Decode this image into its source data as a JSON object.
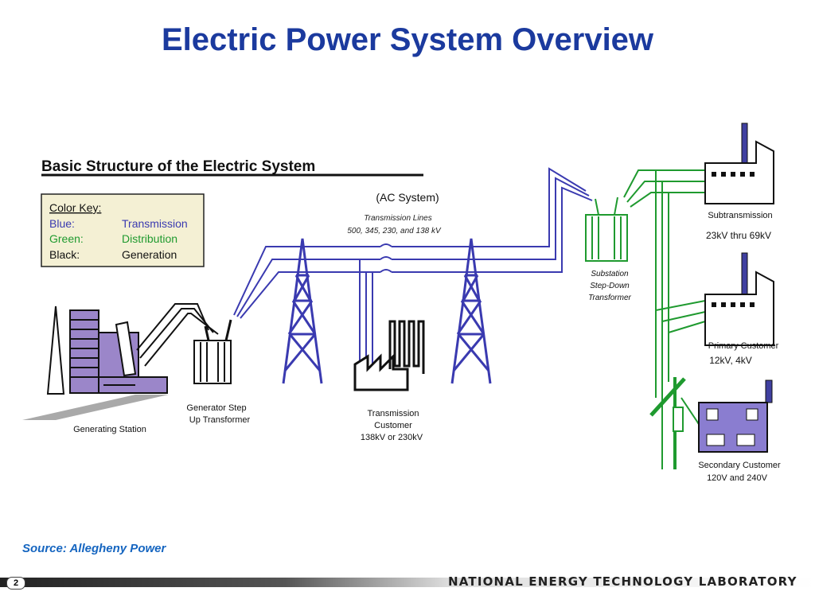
{
  "slide": {
    "title": "Electric Power System Overview",
    "page_number": "2",
    "source": "Source:  Allegheny Power",
    "organization": "NATIONAL ENERGY TECHNOLOGY LABORATORY"
  },
  "diagram": {
    "heading": "Basic Structure of the Electric System",
    "system_label": "(AC System)",
    "color_key": {
      "title": "Color Key:",
      "rows": [
        {
          "color_name": "Blue:",
          "meaning": "Transmission",
          "color": "#3a3ab0"
        },
        {
          "color_name": "Green:",
          "meaning": "Distribution",
          "color": "#1f9a2f"
        },
        {
          "color_name": "Black:",
          "meaning": "Generation",
          "color": "#111111"
        }
      ]
    },
    "labels": {
      "transmission_lines": "Transmission Lines",
      "transmission_voltages": "500, 345, 230, and 138 kV",
      "generating_station": "Generating Station",
      "generator_step_up_1": "Generator Step",
      "generator_step_up_2": "Up Transformer",
      "transmission_customer_1": "Transmission",
      "transmission_customer_2": "Customer",
      "transmission_customer_3": "138kV or 230kV",
      "substation_1": "Substation",
      "substation_2": "Step-Down",
      "substation_3": "Transformer",
      "subtransmission": "Subtransmission",
      "subtransmission_voltage": "23kV thru 69kV",
      "primary_customer": "Primary  Customer",
      "primary_voltage": "12kV, 4kV",
      "secondary_customer": "Secondary Customer",
      "secondary_voltage": "120V and 240V"
    }
  },
  "colors": {
    "title": "#1b3a9e",
    "transmission": "#3a3ab0",
    "distribution": "#1f9a2f",
    "generation": "#111111",
    "purple_fill": "#9b86c9",
    "source_text": "#1565c0"
  }
}
